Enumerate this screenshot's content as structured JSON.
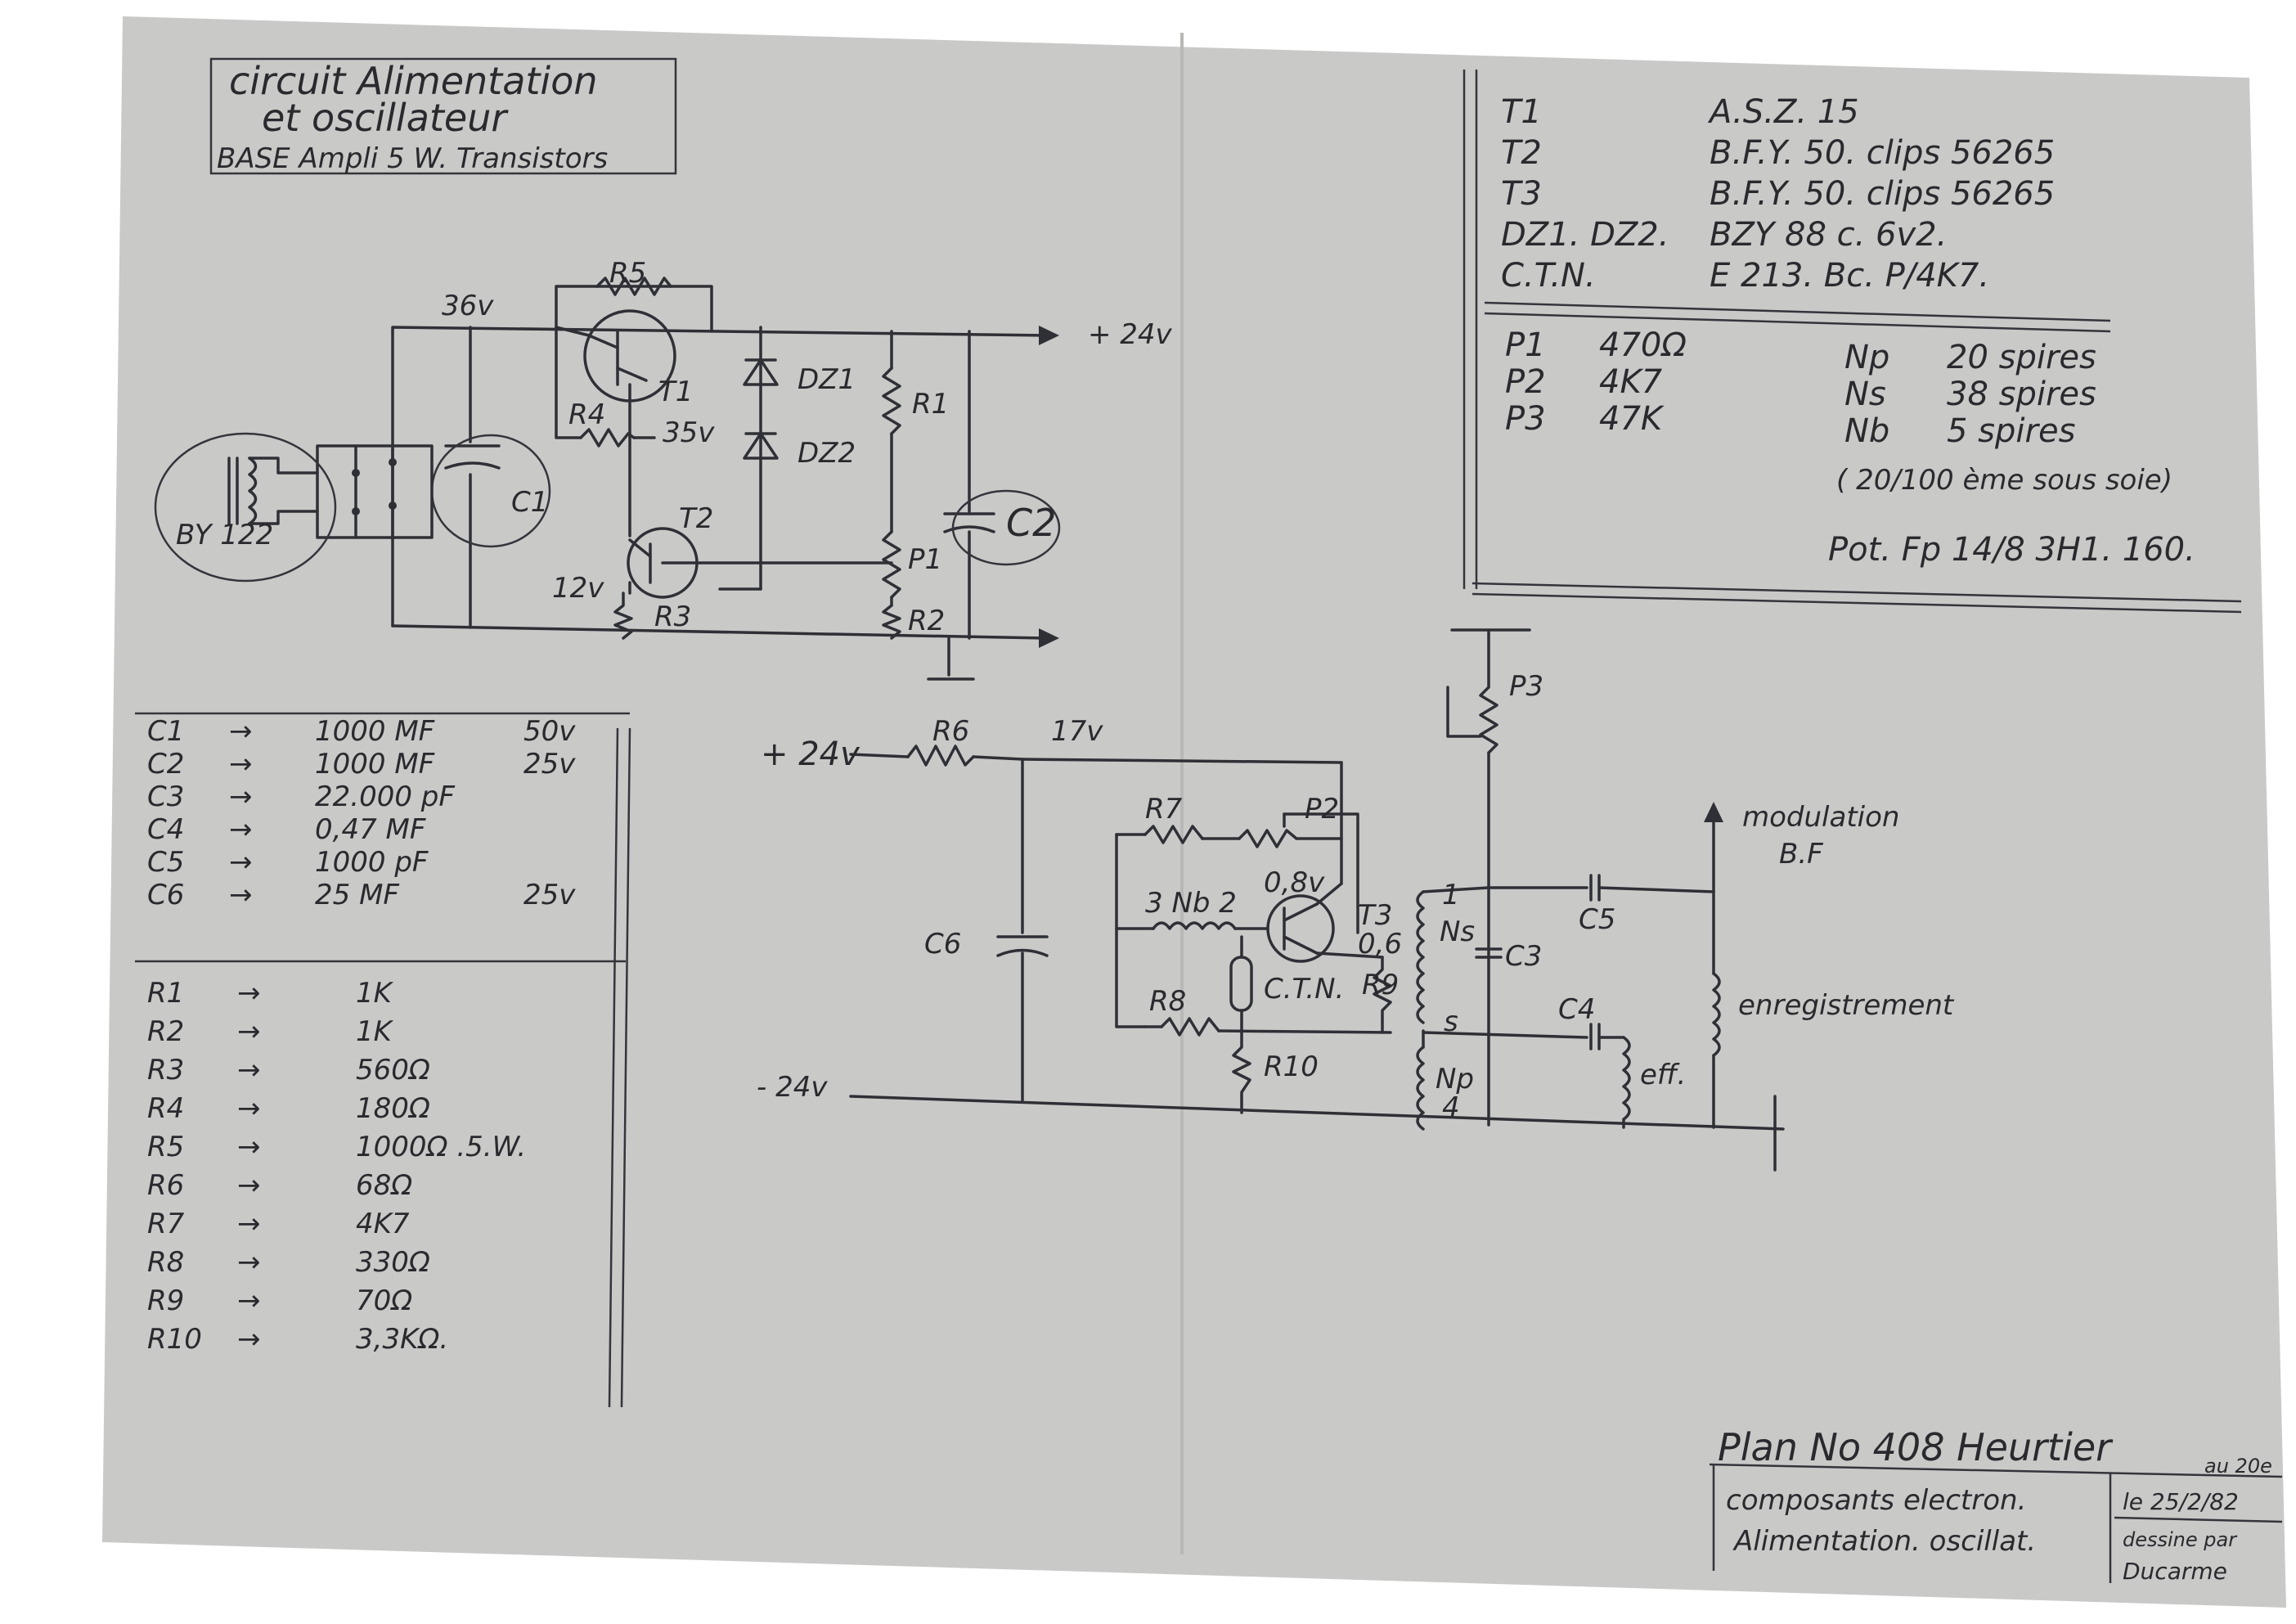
{
  "title_box": {
    "line1": "circuit  Alimentation",
    "line2": "et oscillateur",
    "line3": "BASE Ampli 5 W. Transistors"
  },
  "components": {
    "T1": "T1",
    "T2": "T2",
    "T3": "T3",
    "R1": "R1",
    "R2": "R2",
    "R3": "R3",
    "R4": "R4",
    "R5": "R5",
    "R6": "R6",
    "R7": "R7",
    "R8": "R8",
    "R9": "R9",
    "R10": "R10",
    "P1": "P1",
    "P2": "P2",
    "P3": "P3",
    "C1": "C1",
    "C2": "C2",
    "C3": "C3",
    "C4": "C4",
    "C5": "C5",
    "C6": "C6",
    "DZ1": "DZ1",
    "DZ2": "DZ2",
    "BY": "BY 122",
    "CTN": "C.T.N.",
    "Nb": "3  Nb 2",
    "Ns": "Ns",
    "Np": "Np",
    "eff": "eff."
  },
  "voltages": {
    "v36": "36v",
    "v24out": "+ 24v",
    "v35": "35v",
    "v12": "12v",
    "v24in": "+ 24v",
    "v17": "17v",
    "vneg24": "- 24v",
    "v08": "0,8v",
    "v06": "0,6",
    "n1": "1",
    "n4": "4",
    "ns": "s"
  },
  "labels": {
    "modulation": "modulation",
    "bf": "B.F",
    "enregistrement": "enregistrement"
  },
  "parts_list": {
    "capacitors": [
      {
        "ref": "C1",
        "value": "1000 MF",
        "rating": "50v"
      },
      {
        "ref": "C2",
        "value": "1000 MF",
        "rating": "25v"
      },
      {
        "ref": "C3",
        "value": "22.000 pF",
        "rating": ""
      },
      {
        "ref": "C4",
        "value": "0,47 MF",
        "rating": ""
      },
      {
        "ref": "C5",
        "value": "1000 pF",
        "rating": ""
      },
      {
        "ref": "C6",
        "value": "25 MF",
        "rating": "25v"
      }
    ],
    "resistors": [
      {
        "ref": "R1",
        "value": "1K"
      },
      {
        "ref": "R2",
        "value": "1K"
      },
      {
        "ref": "R3",
        "value": "560Ω"
      },
      {
        "ref": "R4",
        "value": "180Ω"
      },
      {
        "ref": "R5",
        "value": "1000Ω .5.W."
      },
      {
        "ref": "R6",
        "value": "68Ω"
      },
      {
        "ref": "R7",
        "value": "4K7"
      },
      {
        "ref": "R8",
        "value": "330Ω"
      },
      {
        "ref": "R9",
        "value": "70Ω"
      },
      {
        "ref": "R10",
        "value": "3,3KΩ."
      }
    ],
    "arrow": "→"
  },
  "specs": {
    "semis": [
      {
        "ref": "T1",
        "value": "A.S.Z. 15"
      },
      {
        "ref": "T2",
        "value": "B.F.Y. 50. clips 56265"
      },
      {
        "ref": "T3",
        "value": "B.F.Y. 50. clips 56265"
      },
      {
        "ref": "DZ1. DZ2.",
        "value": "BZY 88 c. 6v2."
      },
      {
        "ref": "C.T.N.",
        "value": "E 213. Bc. P/4K7."
      }
    ],
    "pots": [
      {
        "ref": "P1",
        "value": "470Ω"
      },
      {
        "ref": "P2",
        "value": "4K7"
      },
      {
        "ref": "P3",
        "value": "47K"
      }
    ],
    "windings": [
      {
        "ref": "Np",
        "value": "20 spires"
      },
      {
        "ref": "Ns",
        "value": "38 spires"
      },
      {
        "ref": "Nb",
        "value": "5 spires"
      }
    ],
    "wire_note": "( 20/100 ème sous soie)",
    "pot_core": "Pot. Fp 14/8  3H1. 160."
  },
  "title_block": {
    "plan": "Plan No 408 Heurtier",
    "au": "au 20e",
    "desc1": "composants electron.",
    "desc2": "Alimentation. oscillat.",
    "date": "le 25/2/82",
    "drawn": "dessine par",
    "author": "Ducarme"
  }
}
